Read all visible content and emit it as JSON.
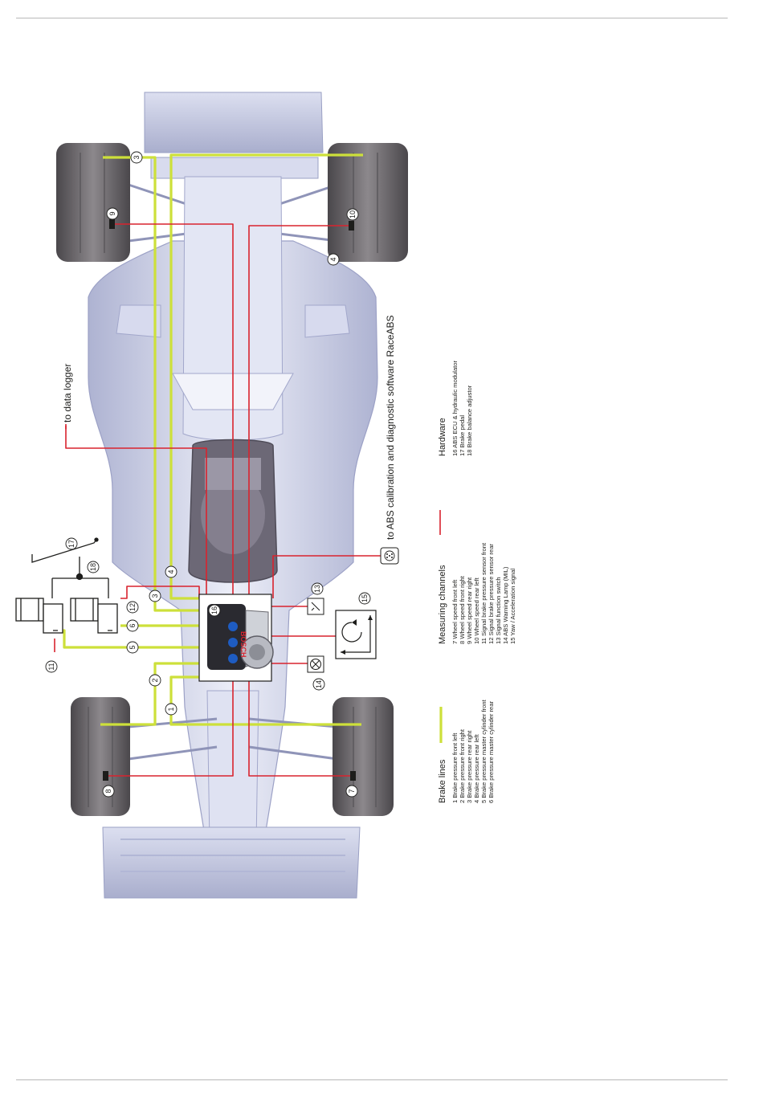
{
  "annotations": {
    "to_data_logger": "to data logger",
    "to_abs_software": "to ABS calibration and diagnostic software RaceABS"
  },
  "component_numbers": {
    "n1": "1",
    "n2": "2",
    "n3": "3",
    "n4": "4",
    "n5": "5",
    "n6": "6",
    "n7": "7",
    "n8": "8",
    "n9": "9",
    "n10": "10",
    "n11": "11",
    "n12": "12",
    "n13": "13",
    "n14": "14",
    "n15": "15",
    "n16": "16",
    "n17": "17",
    "n18": "18"
  },
  "legend": {
    "brake_lines": {
      "title": "Brake lines",
      "items": [
        "1 Brake pressure front left",
        "2 Brake pressure front right",
        "3 Brake pressure rear right",
        "4 Brake pressure rear left",
        "5 Brake pressure master cylinder front",
        "6 Brake pressure master cylinder rear"
      ]
    },
    "measuring_channels": {
      "title": "Measuring channels",
      "items": [
        "7   Wheel speed front left",
        "8   Wheel speed front right",
        "9   Wheel speed rear right",
        "10 Wheel speed rear left",
        "11 Signal brake pressure sensor front",
        "12 Signal brake pressure sensor rear",
        "13 Signal function switch",
        "14 ABS Warning Lamp (MIL)",
        "15 Yaw / Acceleration signal"
      ]
    },
    "hardware": {
      "title": "Hardware",
      "items": [
        "16 ABS ECU & hydraulic modulator",
        "17 Brake pedal",
        "18 Brake balance adjustor"
      ]
    }
  },
  "module_logo": "BOSCH",
  "colors": {
    "brake_line": "#cde03a",
    "signal_line": "#d9232e",
    "car_body": "#c9cde6",
    "tyre": "#6e6a6e",
    "text": "#1d1d1b"
  }
}
